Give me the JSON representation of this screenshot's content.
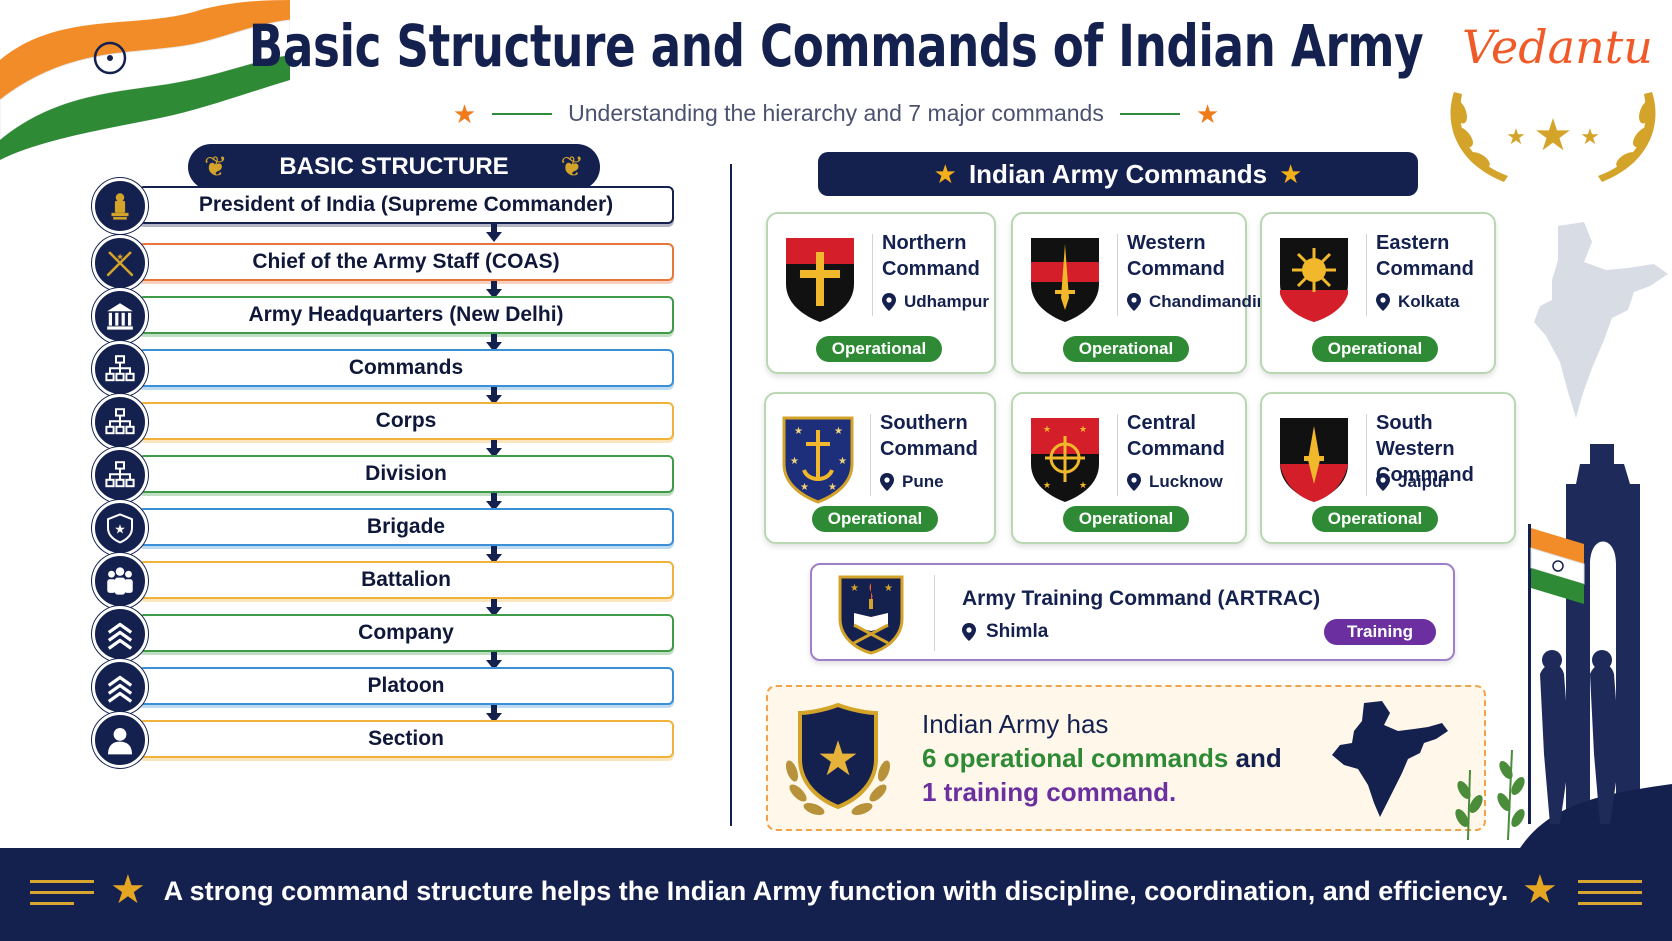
{
  "header": {
    "title": "Basic Structure and Commands of Indian Army",
    "subtitle": "Understanding the hierarchy and 7 major commands",
    "brand": "Vedantu"
  },
  "structure": {
    "heading": "BASIC STRUCTURE",
    "levels": [
      {
        "label": "President of India (Supreme Commander)",
        "icon": "emblem-icon",
        "border": "#14214f"
      },
      {
        "label": "Chief of the Army Staff (COAS)",
        "icon": "crossed-swords-icon",
        "border": "#e8763a"
      },
      {
        "label": "Army Headquarters (New Delhi)",
        "icon": "building-icon",
        "border": "#3f9b47"
      },
      {
        "label": "Commands",
        "icon": "org-chart-icon",
        "border": "#3a8fd6"
      },
      {
        "label": "Corps",
        "icon": "org-chart-icon",
        "border": "#f1b23a"
      },
      {
        "label": "Division",
        "icon": "org-chart-icon",
        "border": "#3f9b47"
      },
      {
        "label": "Brigade",
        "icon": "shield-star-icon",
        "border": "#3a8fd6"
      },
      {
        "label": "Battalion",
        "icon": "group-icon",
        "border": "#f1b23a"
      },
      {
        "label": "Company",
        "icon": "chevrons-icon",
        "border": "#3f9b47"
      },
      {
        "label": "Platoon",
        "icon": "chevrons-icon",
        "border": "#3a8fd6"
      },
      {
        "label": "Section",
        "icon": "person-icon",
        "border": "#f1b23a"
      }
    ]
  },
  "commands": {
    "heading": "Indian Army Commands",
    "items": [
      {
        "name_line1": "Northern",
        "name_line2": "Command",
        "location": "Udhampur",
        "status": "Operational"
      },
      {
        "name_line1": "Western",
        "name_line2": "Command",
        "location": "Chandimandir",
        "status": "Operational"
      },
      {
        "name_line1": "Eastern",
        "name_line2": "Command",
        "location": "Kolkata",
        "status": "Operational"
      },
      {
        "name_line1": "Southern",
        "name_line2": "Command",
        "location": "Pune",
        "status": "Operational"
      },
      {
        "name_line1": "Central",
        "name_line2": "Command",
        "location": "Lucknow",
        "status": "Operational"
      },
      {
        "name_line1": "South Western",
        "name_line2": "Command",
        "location": "Jaipur",
        "status": "Operational"
      }
    ],
    "training": {
      "name": "Army Training Command (ARTRAC)",
      "location": "Shimla",
      "status": "Training"
    }
  },
  "summary": {
    "line1": "Indian Army has",
    "line2": "6 operational commands",
    "line2_and": " and",
    "line3": "1 training command."
  },
  "footer": {
    "text": "A strong command structure helps the Indian Army function with discipline, coordination, and efficiency."
  },
  "colors": {
    "navy": "#14214f",
    "saffron": "#f07b1a",
    "green": "#2f8a36",
    "purple": "#6b2fa0",
    "gold": "#d9a531"
  }
}
